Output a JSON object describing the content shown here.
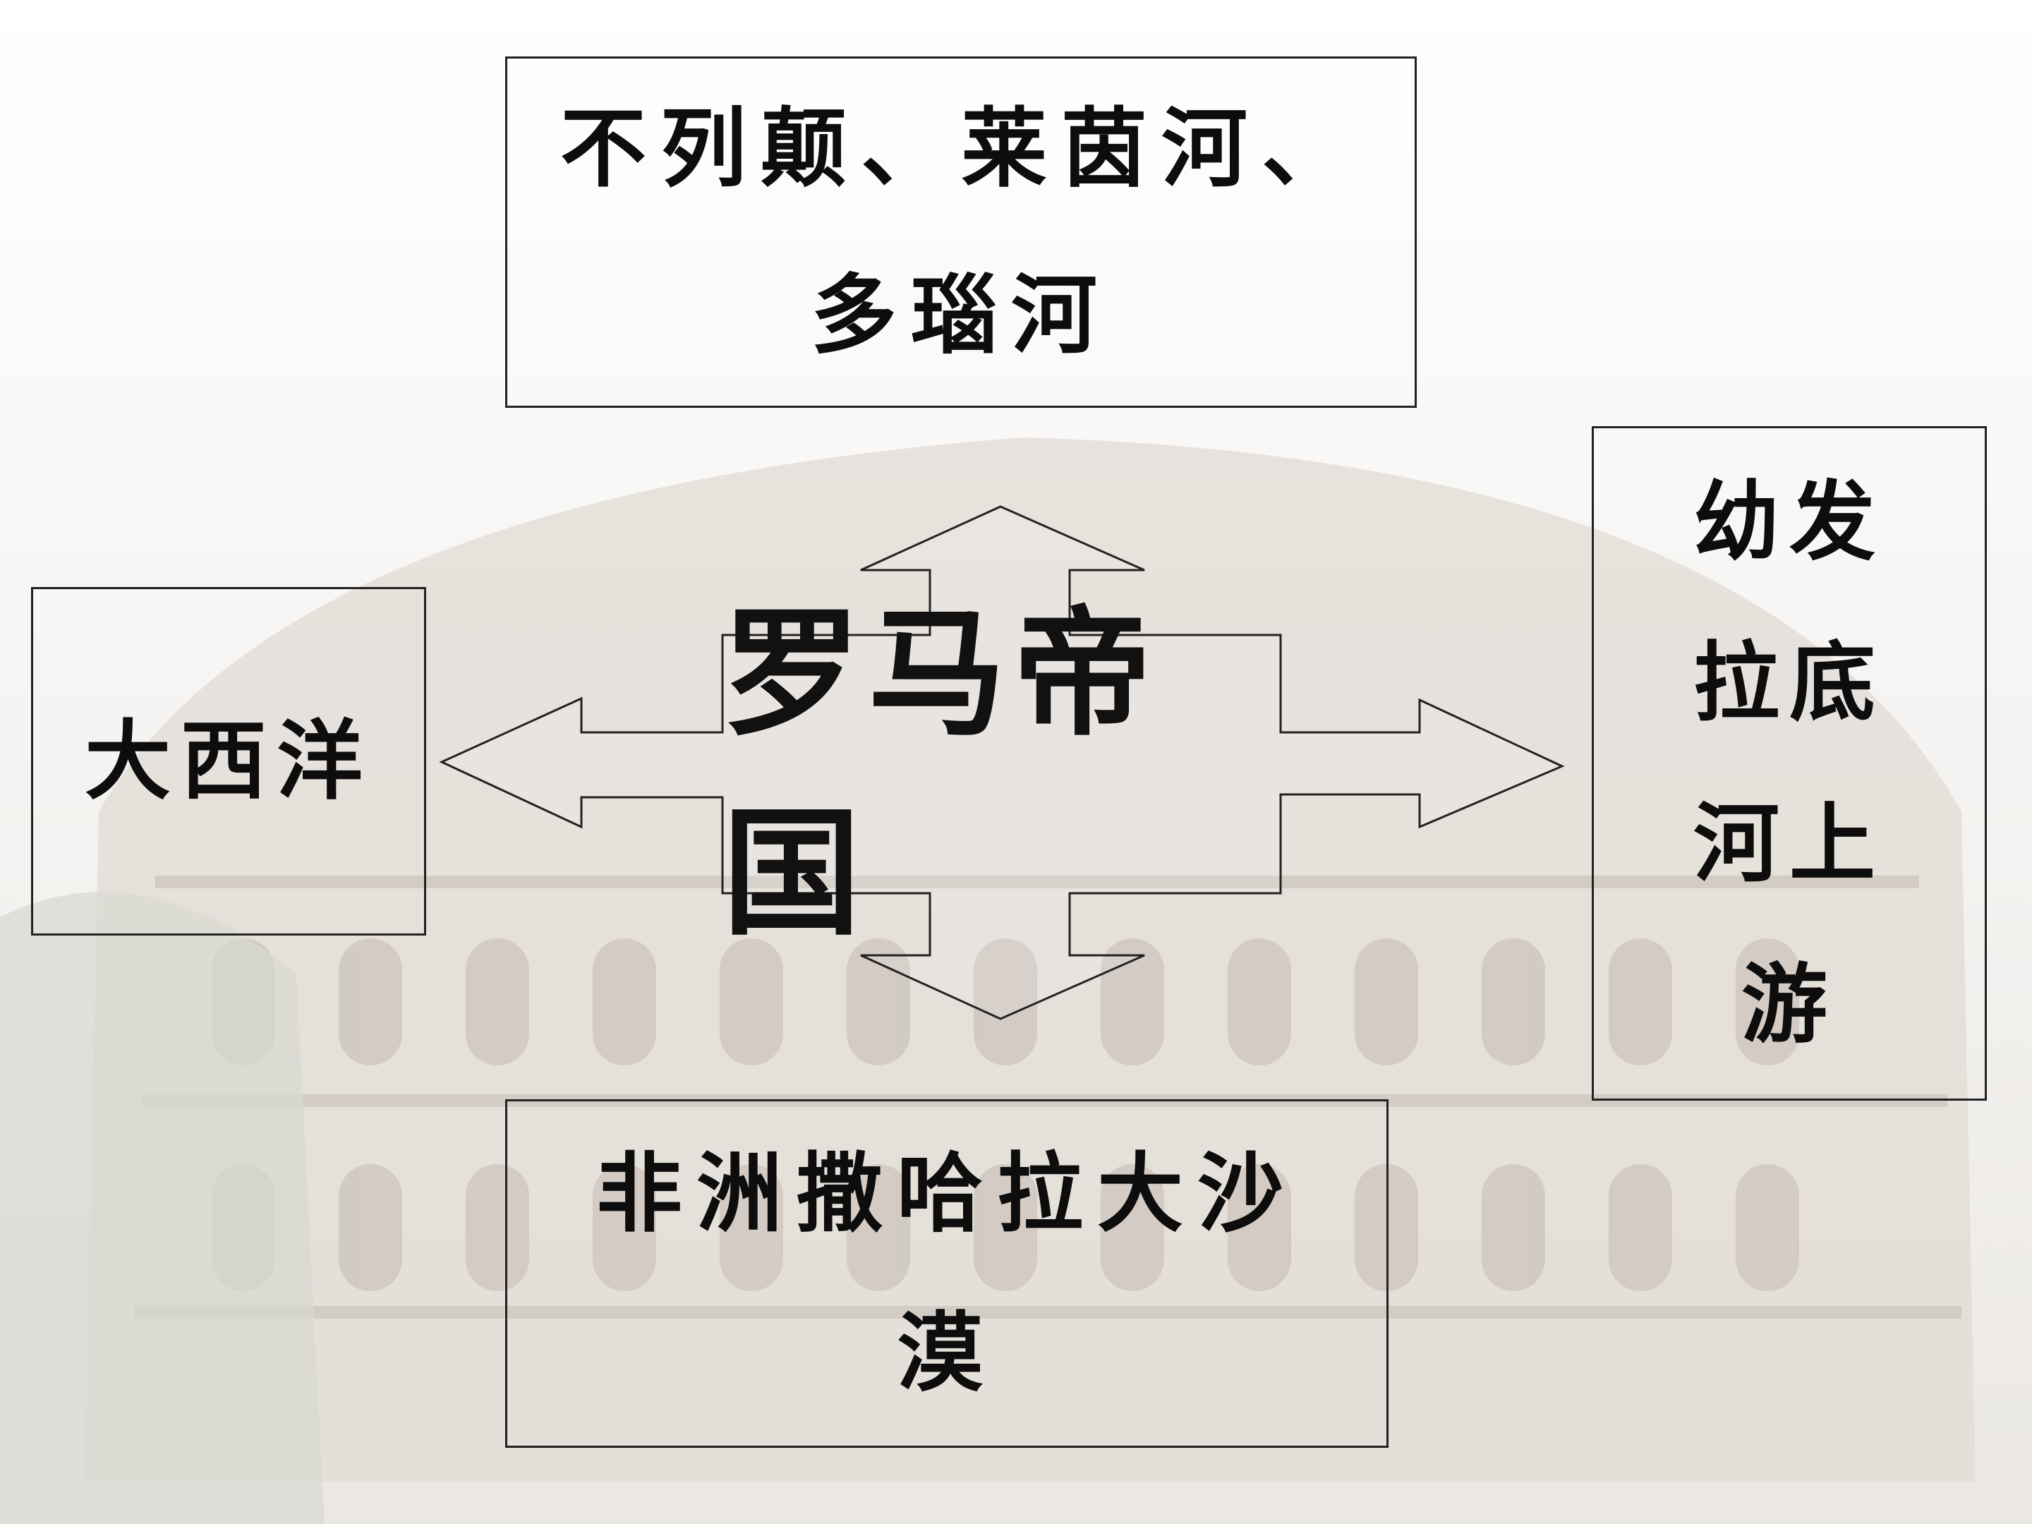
{
  "center": {
    "label": "罗马帝国"
  },
  "north": {
    "label": "不列颠、莱茵河、多瑙河"
  },
  "west": {
    "label": "大西洋"
  },
  "east": {
    "label": "幼发拉底河上游"
  },
  "south": {
    "label": "非洲撒哈拉大沙漠"
  },
  "colors": {
    "background": "#f3f1ee",
    "stroke": "#222222",
    "text": "#111111"
  }
}
